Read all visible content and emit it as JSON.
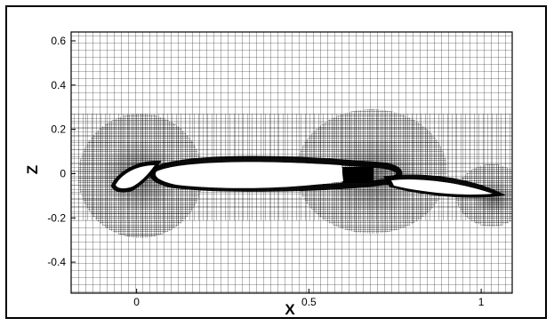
{
  "figure": {
    "x_axis_label": "X",
    "y_axis_label": "Z",
    "x_ticks": [
      "0",
      "0.5",
      "1"
    ],
    "y_ticks": [
      "0.6",
      "0.4",
      "0.2",
      "0",
      "-0.2",
      "-0.4"
    ]
  },
  "colors": {
    "mesh": "#000000",
    "airfoil_fill": "#ffffff",
    "background": "#ffffff",
    "frame": "#000000"
  },
  "chart_data": {
    "type": "mesh",
    "xlabel": "X",
    "ylabel": "Z",
    "xlim": [
      -0.19,
      1.09
    ],
    "ylim": [
      -0.54,
      0.64
    ],
    "x_ticks": [
      0,
      0.5,
      1
    ],
    "y_ticks": [
      0.6,
      0.4,
      0.2,
      0,
      -0.2,
      -0.4
    ],
    "elements": [
      "slat",
      "main-element",
      "flap"
    ]
  }
}
